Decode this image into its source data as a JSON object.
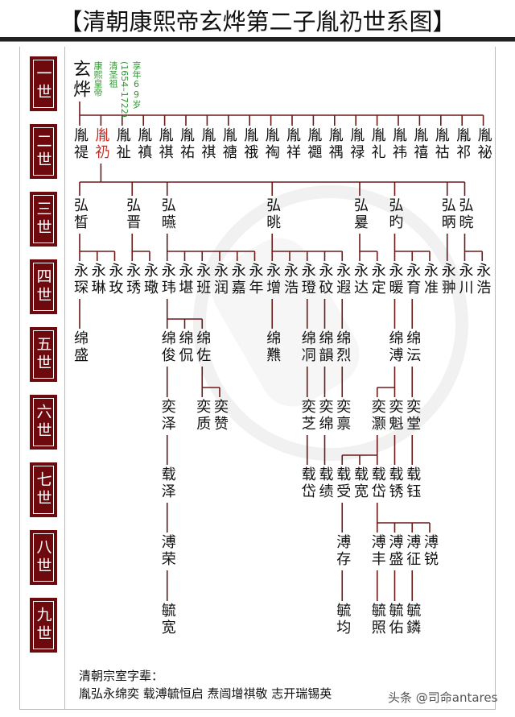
{
  "title": "【清朝康熙帝玄烨第二子胤礽世系图】",
  "generation_labels": [
    "一世",
    "二世",
    "三世",
    "四世",
    "五世",
    "六世",
    "七世",
    "八世",
    "九世"
  ],
  "ancestor": {
    "name": "玄烨",
    "notes": [
      "康熙皇帝",
      "清圣祖",
      "(1654–1722)",
      "享年69岁"
    ]
  },
  "colors": {
    "line": "#6b1a1a",
    "label_bg": "#6e0a0e",
    "highlight": "#c8281e",
    "note": "#2f9a2f"
  },
  "generations": [
    {
      "members": [
        {
          "name": "胤禔"
        },
        {
          "name": "胤礽",
          "highlight": true
        },
        {
          "name": "胤祉"
        },
        {
          "name": "胤禛"
        },
        {
          "name": "胤祺"
        },
        {
          "name": "胤祐"
        },
        {
          "name": "胤祺"
        },
        {
          "name": "胤禟"
        },
        {
          "name": "胤䄉"
        },
        {
          "name": "胤祹"
        },
        {
          "name": "胤祥"
        },
        {
          "name": "胤禵"
        },
        {
          "name": "胤禑"
        },
        {
          "name": "胤禄"
        },
        {
          "name": "胤礼"
        },
        {
          "name": "胤祎"
        },
        {
          "name": "胤禧"
        },
        {
          "name": "胤祜"
        },
        {
          "name": "胤祁"
        },
        {
          "name": "胤祕"
        }
      ]
    },
    {
      "members": [
        {
          "name": "弘晳",
          "parent": 1
        },
        {
          "name": "弘晋",
          "parent": 1
        },
        {
          "name": "弘曣",
          "parent": 1
        },
        {
          "name": "弘晀",
          "parent": 1
        },
        {
          "name": "弘㬊",
          "parent": 1
        },
        {
          "name": "弘旳",
          "parent": 1
        },
        {
          "name": "弘昞",
          "parent": 1
        },
        {
          "name": "弘晥",
          "parent": 1
        }
      ]
    },
    {
      "members": [
        {
          "name": "永琛",
          "parent": 0
        },
        {
          "name": "永琳",
          "parent": 0
        },
        {
          "name": "永玫",
          "parent": 0
        },
        {
          "name": "永琇",
          "parent": 1
        },
        {
          "name": "永璥",
          "parent": 1
        },
        {
          "name": "永玮",
          "parent": 2
        },
        {
          "name": "永堪",
          "parent": 2
        },
        {
          "name": "永班",
          "parent": 2
        },
        {
          "name": "永润",
          "parent": 2
        },
        {
          "name": "永嘉",
          "parent": 2
        },
        {
          "name": "永年",
          "parent": 2
        },
        {
          "name": "永增",
          "parent": 3
        },
        {
          "name": "永浩",
          "parent": 3
        },
        {
          "name": "永璒",
          "parent": 3
        },
        {
          "name": "永砇",
          "parent": 3
        },
        {
          "name": "永遐",
          "parent": 3
        },
        {
          "name": "永达",
          "parent": 4
        },
        {
          "name": "永定",
          "parent": 4
        },
        {
          "name": "永暖",
          "parent": 5
        },
        {
          "name": "永育",
          "parent": 5
        },
        {
          "name": "永准",
          "parent": 5
        },
        {
          "name": "永翀",
          "parent": 6
        },
        {
          "name": "永川",
          "parent": 7
        },
        {
          "name": "永浩",
          "parent": 7
        }
      ]
    },
    {
      "members": [
        {
          "name": "绵盛",
          "parent": 0
        },
        {
          "name": "绵俊",
          "parent": 5
        },
        {
          "name": "绵侃",
          "parent": 5
        },
        {
          "name": "绵佐",
          "parent": 5
        },
        {
          "name": "绵㸐",
          "parent": 11
        },
        {
          "name": "绵㓊",
          "parent": 13
        },
        {
          "name": "绵韻",
          "parent": 14
        },
        {
          "name": "绵烈",
          "parent": 15
        },
        {
          "name": "绵溥",
          "parent": 18
        },
        {
          "name": "绵沄",
          "parent": 19
        }
      ]
    },
    {
      "members": [
        {
          "name": "奕泽",
          "parent": 1
        },
        {
          "name": "奕质",
          "parent": 3
        },
        {
          "name": "奕赞",
          "parent": 3
        },
        {
          "name": "奕芝",
          "parent": 5
        },
        {
          "name": "奕绵",
          "parent": 6
        },
        {
          "name": "奕禀",
          "parent": 7
        },
        {
          "name": "奕灏",
          "parent": 8
        },
        {
          "name": "奕魁",
          "parent": 8
        },
        {
          "name": "奕堂",
          "parent": 9
        }
      ]
    },
    {
      "members": [
        {
          "name": "载泽",
          "parent": 0
        },
        {
          "name": "载岱",
          "parent": 3
        },
        {
          "name": "载绩",
          "parent": 4
        },
        {
          "name": "载受",
          "parent": 6
        },
        {
          "name": "载宽",
          "parent": 6
        },
        {
          "name": "载岱",
          "parent": 6
        },
        {
          "name": "载锈",
          "parent": 7
        },
        {
          "name": "载钰",
          "parent": 8
        }
      ]
    },
    {
      "members": [
        {
          "name": "溥荣",
          "parent": 0
        },
        {
          "name": "溥存",
          "parent": 3
        },
        {
          "name": "溥丰",
          "parent": 5
        },
        {
          "name": "溥盛",
          "parent": 5
        },
        {
          "name": "溥征",
          "parent": 5
        },
        {
          "name": "溥锐",
          "parent": 5
        }
      ]
    },
    {
      "members": [
        {
          "name": "毓宽",
          "parent": 0
        },
        {
          "name": "毓均",
          "parent": 1
        },
        {
          "name": "毓照",
          "parent": 2
        },
        {
          "name": "毓佑",
          "parent": 3
        },
        {
          "name": "毓鏻",
          "parent": 4
        }
      ]
    }
  ],
  "footer": {
    "heading": "清朝宗室字辈：",
    "sequence": "胤弘永绵奕  载溥毓恒启  焘闿增祺敬  志开瑞锡英"
  },
  "credit": "头条 @司命antares"
}
